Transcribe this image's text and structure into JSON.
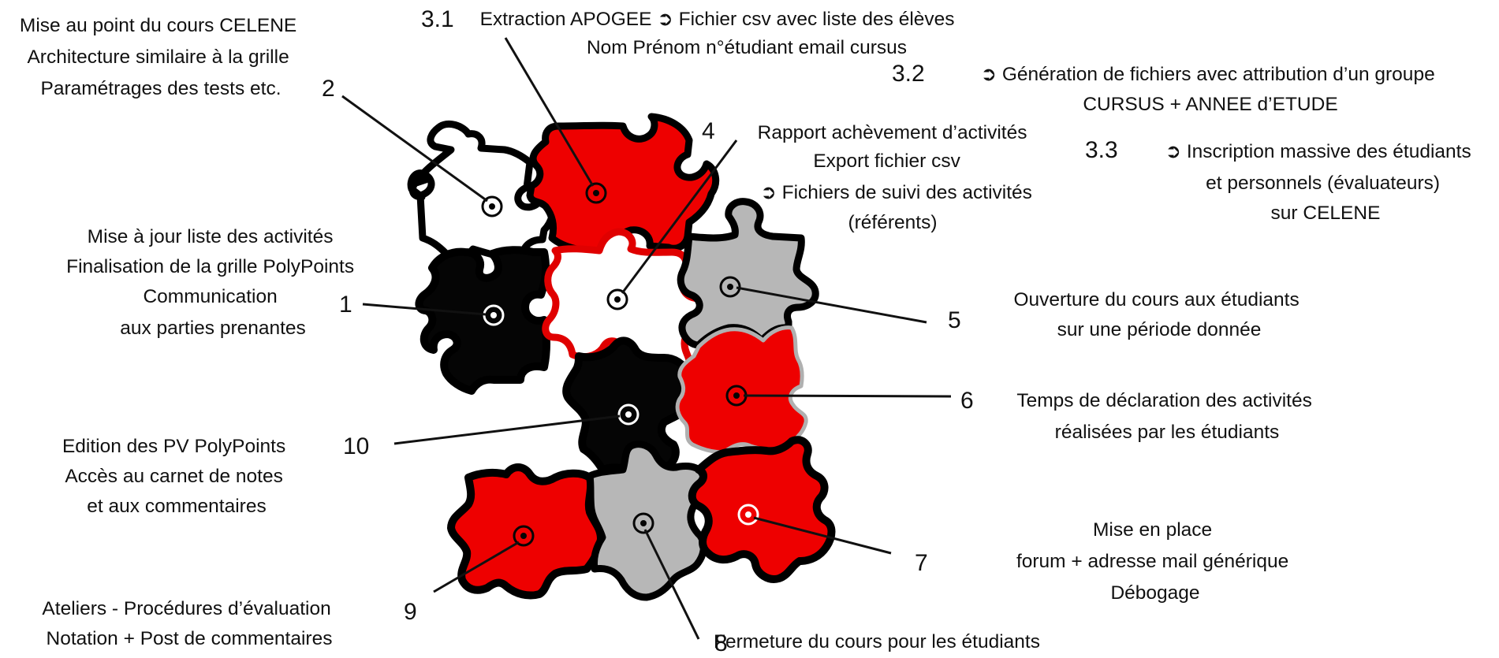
{
  "colors": {
    "red": "#ee0000",
    "black": "#050505",
    "white": "#ffffff",
    "grey": "#b7b7b7",
    "outline": "#000000",
    "red_outline": "#e00000"
  },
  "steps": [
    {
      "id": "s1",
      "number": "1",
      "lines": [
        "Mise à jour liste des activités",
        "Finalisation de la grille PolyPoints",
        "Communication",
        "aux parties prenantes"
      ],
      "piece_color": "black",
      "marker_color": "white"
    },
    {
      "id": "s2",
      "number": "2",
      "lines": [
        "Mise au point du cours CELENE",
        "Architecture similaire à la grille",
        "Paramétrages des tests etc."
      ],
      "piece_color": "white",
      "marker_color": "black"
    },
    {
      "id": "s3_1",
      "number": "3.1",
      "lines": [
        "Extraction APOGEE ➲ Fichier csv avec liste des élèves",
        "Nom Prénom n°étudiant email cursus"
      ],
      "piece_color": "red",
      "marker_color": "black"
    },
    {
      "id": "s3_2",
      "number": "3.2",
      "lines": [
        "➲ Génération de fichiers avec attribution d’un groupe",
        "CURSUS + ANNEE d’ETUDE"
      ]
    },
    {
      "id": "s3_3",
      "number": "3.3",
      "lines": [
        "➲ Inscription massive des étudiants",
        "et personnels (évaluateurs)",
        "sur CELENE"
      ]
    },
    {
      "id": "s4",
      "number": "4",
      "lines": [
        "Rapport achèvement d’activités",
        "Export fichier csv",
        "➲ Fichiers de suivi des activités",
        "(référents)"
      ],
      "piece_color": "white",
      "marker_color": "black"
    },
    {
      "id": "s5",
      "number": "5",
      "lines": [
        "Ouverture du cours aux étudiants",
        "sur une période donnée"
      ],
      "piece_color": "grey",
      "marker_color": "black"
    },
    {
      "id": "s6",
      "number": "6",
      "lines": [
        "Temps de déclaration des activités",
        "réalisées par les étudiants"
      ],
      "piece_color": "red",
      "marker_color": "black"
    },
    {
      "id": "s7",
      "number": "7",
      "lines": [
        "Mise en place",
        "forum + adresse mail générique",
        "Débogage"
      ],
      "piece_color": "red",
      "marker_color": "white"
    },
    {
      "id": "s8",
      "number": "8",
      "lines": [
        "Fermeture du cours pour les étudiants"
      ],
      "piece_color": "grey",
      "marker_color": "black"
    },
    {
      "id": "s9",
      "number": "9",
      "lines": [
        "Ateliers  - Procédures d’évaluation",
        "Notation + Post de commentaires"
      ],
      "piece_color": "red",
      "marker_color": "black"
    },
    {
      "id": "s10",
      "number": "10",
      "lines": [
        "Edition des PV PolyPoints",
        "Accès au carnet de notes",
        "et aux commentaires"
      ],
      "piece_color": "black",
      "marker_color": "white"
    }
  ]
}
